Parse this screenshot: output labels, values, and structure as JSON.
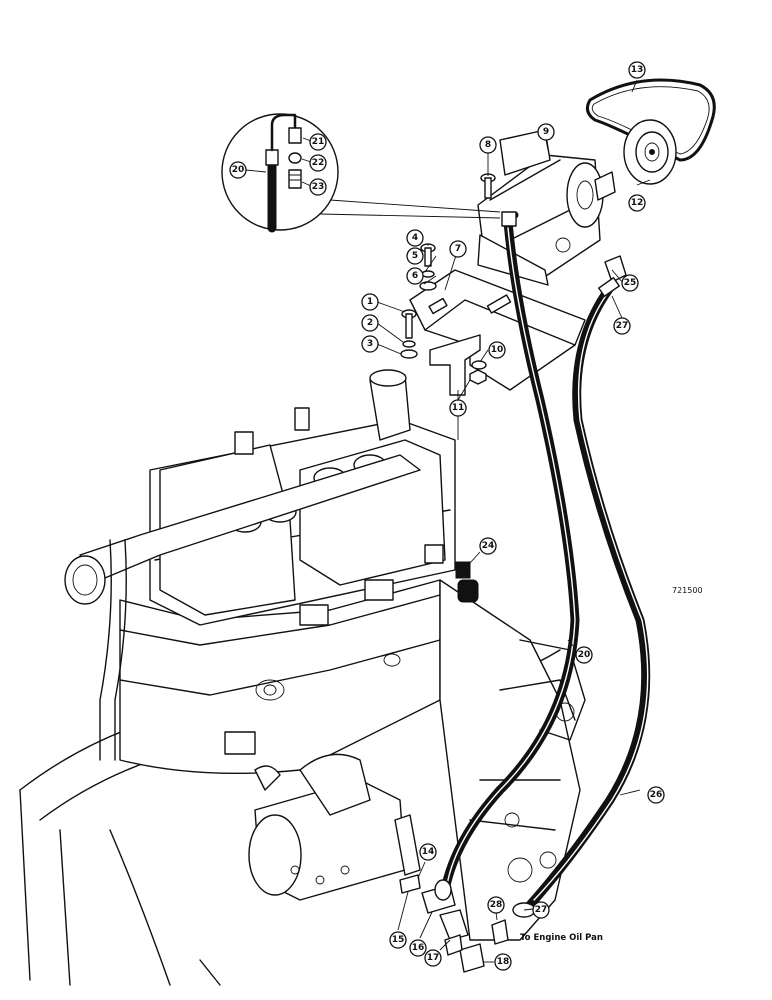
{
  "figure_ref": "721500",
  "note": "To Engine Oil Pan",
  "callouts": [
    {
      "n": "1"
    },
    {
      "n": "2"
    },
    {
      "n": "3"
    },
    {
      "n": "4"
    },
    {
      "n": "5"
    },
    {
      "n": "6"
    },
    {
      "n": "7"
    },
    {
      "n": "8"
    },
    {
      "n": "9"
    },
    {
      "n": "10"
    },
    {
      "n": "11"
    },
    {
      "n": "12"
    },
    {
      "n": "13"
    },
    {
      "n": "14"
    },
    {
      "n": "15"
    },
    {
      "n": "16"
    },
    {
      "n": "17"
    },
    {
      "n": "18"
    },
    {
      "n": "20"
    },
    {
      "n": "21"
    },
    {
      "n": "22"
    },
    {
      "n": "23"
    },
    {
      "n": "24"
    },
    {
      "n": "25"
    },
    {
      "n": "26"
    },
    {
      "n": "27"
    },
    {
      "n": "27"
    },
    {
      "n": "28"
    },
    {
      "n": "20"
    }
  ]
}
